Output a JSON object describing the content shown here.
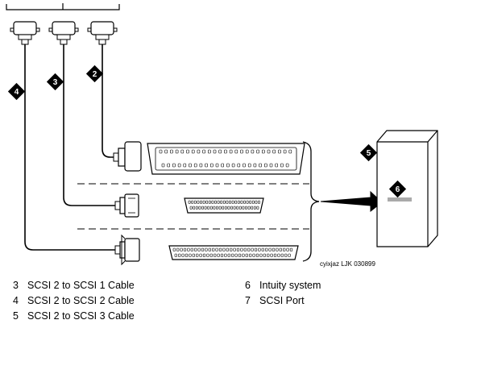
{
  "callouts": {
    "c2": "2",
    "c3": "3",
    "c4": "4",
    "c5": "5",
    "c6": "6"
  },
  "figure_ref": "cyixjaz LJK 030899",
  "legend": {
    "left": [
      {
        "num": "3",
        "label": "SCSI 2 to SCSI 1 Cable"
      },
      {
        "num": "4",
        "label": "SCSI 2 to SCSI 2 Cable"
      },
      {
        "num": "5",
        "label": "SCSI 2 to SCSI 3 Cable"
      }
    ],
    "right": [
      {
        "num": "6",
        "label": "Intuity system"
      },
      {
        "num": "7",
        "label": "SCSI Port"
      }
    ]
  }
}
